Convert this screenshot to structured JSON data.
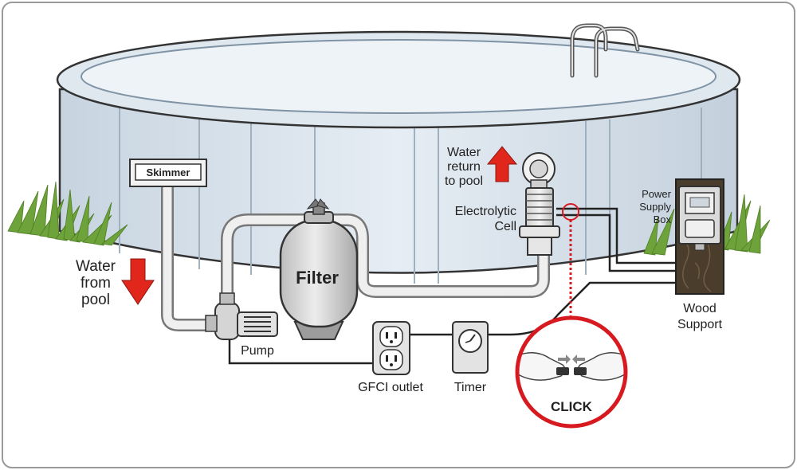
{
  "labels": {
    "skimmer": "Skimmer",
    "water_from_pool": [
      "Water",
      "from",
      "pool"
    ],
    "filter": "Filter",
    "pump": "Pump",
    "gfci_outlet": "GFCI outlet",
    "timer": "Timer",
    "water_return": [
      "Water",
      "return",
      "to pool"
    ],
    "electrolytic_cell": [
      "Electrolytic",
      "Cell"
    ],
    "power_supply_box": [
      "Power",
      "Supply",
      "Box"
    ],
    "wood_support": [
      "Wood",
      "Support"
    ],
    "click": "CLICK"
  },
  "icons": {
    "arrow_down": "down-arrow-icon",
    "arrow_up": "up-arrow-icon",
    "grass": "grass-icon",
    "ladder": "ladder-icon"
  },
  "colors": {
    "pool_wall": "#d9e4ee",
    "pool_water": "#e9f0f6",
    "outline": "#333333",
    "hose": "#e6e6e6",
    "arrow_red": "#e1261c",
    "callout_red": "#d71920",
    "grass": "#6da33a",
    "wood": "#4a3d2c",
    "equipment": "#e3e3e3"
  }
}
